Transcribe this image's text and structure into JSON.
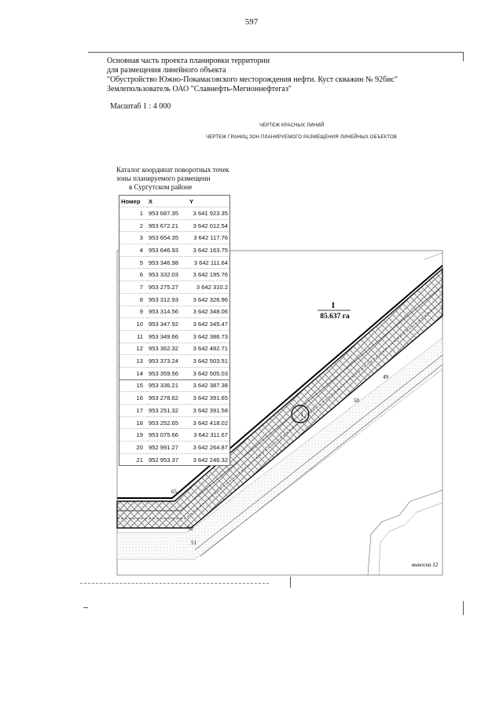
{
  "page_number": "597",
  "header_lines": [
    "Основная часть проекта планировки территории",
    "для размещения линейного объекта",
    "\"Обустройство Южно-Покамасовского месторождения нефти. Куст скважин № 92бис\"",
    "Землепользователь  ОАО \"Славнефть-Мегионнефтегаз\""
  ],
  "scale": "Масштаб 1 : 4 000",
  "drawing_titles": [
    "ЧЕРТЕЖ КРАСНЫХ ЛИНИЙ",
    "ЧЕРТЕЖ  ГРАНИЦ ЗОН ПЛАНИРУЕМОГО РАЗМЕЩЕНИЯ ЛИНЕЙНЫХ ОБЪЕКТОВ"
  ],
  "catalog_title": [
    "Каталог координат поворотных точек",
    "зоны планируемого размещени",
    "в Сургутском районе"
  ],
  "table": {
    "headers": [
      "Номер",
      "X",
      "Y"
    ],
    "rows": [
      [
        "1",
        "953 687.35",
        "3 641 923.35"
      ],
      [
        "2",
        "953 672.21",
        "3 642 012.54"
      ],
      [
        "3",
        "953 654.35",
        "3 642 117.76"
      ],
      [
        "4",
        "953 646.93",
        "3 642 163.75"
      ],
      [
        "5",
        "953 346.98",
        "3 642 111.64"
      ],
      [
        "6",
        "953 332.03",
        "3 642 195.76"
      ],
      [
        "7",
        "953 275.27",
        "3 642 310.2"
      ],
      [
        "8",
        "953 312.93",
        "3 642 326.96"
      ],
      [
        "9",
        "953 314.56",
        "3 642 348.06"
      ],
      [
        "10",
        "953 347.92",
        "3 642 345.47"
      ],
      [
        "11",
        "953 349.66",
        "3 642 386.73"
      ],
      [
        "12",
        "953 362.32",
        "3 642 482.71"
      ],
      [
        "13",
        "953 373.24",
        "3 642 503.51"
      ],
      [
        "14",
        "953 359.56",
        "3 642 505.03"
      ],
      [
        "15",
        "953 336.21",
        "3 642 387.38"
      ],
      [
        "16",
        "953 278.62",
        "3 642 391.65"
      ],
      [
        "17",
        "953 251.32",
        "3 642 391.58"
      ],
      [
        "18",
        "953 252.65",
        "3 642 418.02"
      ],
      [
        "19",
        "953 075.66",
        "3 642 311.67"
      ],
      [
        "20",
        "952 991.27",
        "3 642 264.87"
      ],
      [
        "21",
        "952 953.37",
        "3 642 246.32"
      ]
    ]
  },
  "map": {
    "zone_label": "I",
    "zone_area": "85.637 га",
    "labels": {
      "l49": "49",
      "l50": "50",
      "l65": "65",
      "l51": "51",
      "l52": "52",
      "circle": "1"
    },
    "inset_label": "выноска 12"
  }
}
